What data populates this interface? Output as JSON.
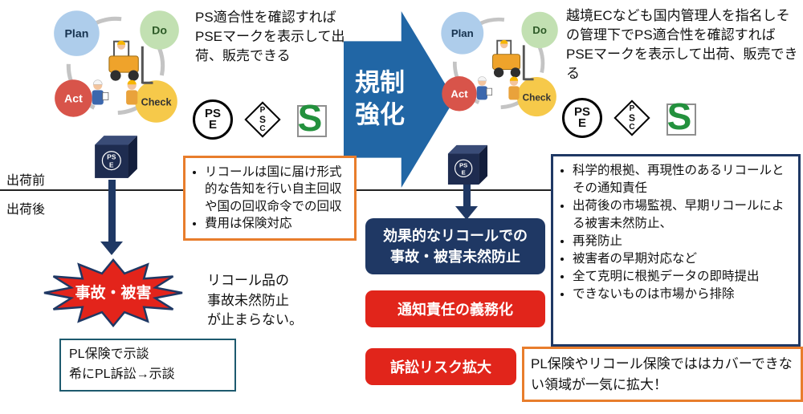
{
  "regulation_arrow": {
    "label": "規制\n強化"
  },
  "pdca": {
    "plan": "Plan",
    "do": "Do",
    "act": "Act",
    "check": "Check"
  },
  "marks": {
    "pse_top": "PS",
    "pse_bottom": "E",
    "psc_p": "P",
    "psc_s": "S",
    "psc_c": "C",
    "s_letter": "S"
  },
  "package": {
    "top": "PS",
    "bottom": "E"
  },
  "left": {
    "description": "PS適合性を確認すればPSEマークを表示して出荷、販売できる",
    "ship_before": "出荷前",
    "ship_after": "出荷後",
    "burst": "事故・被害",
    "recall_bullets": [
      "リコールは国に届け形式的な告知を行い自主回収や国の回収命令での回収",
      "費用は保険対応"
    ],
    "recall_note": "リコール品の\n事故未然防止\nが止まらない。",
    "pl_settlement": "PL保険で示談\n希にPL訴訟→示談"
  },
  "right": {
    "description": "越境ECなども国内管理人を指名しその管理下でPS適合性を確認すればPSEマークを表示して出荷、販売できる",
    "navy_box": "効果的なリコールでの\n事故・被害未然防止",
    "red_box_notify": "通知責任の義務化",
    "red_box_lawsuit": "訴訟リスク拡大",
    "bullets": [
      "科学的根拠、再現性のあるリコールとその通知責任",
      "出荷後の市場監視、早期リコールによる被害未然防止、",
      "再発防止",
      "被害者の早期対応など",
      "全て克明に根拠データの即時提出",
      "できないものは市場から排除"
    ],
    "insurance_note": "PL保険やリコール保険でははカバーできない領域が一気に拡大！"
  },
  "colors": {
    "arrow_blue": "#2166a5",
    "navy": "#1f3864",
    "red": "#e1251b",
    "orange": "#e87d2c",
    "teal": "#1d5a6e",
    "green": "#23913d"
  }
}
